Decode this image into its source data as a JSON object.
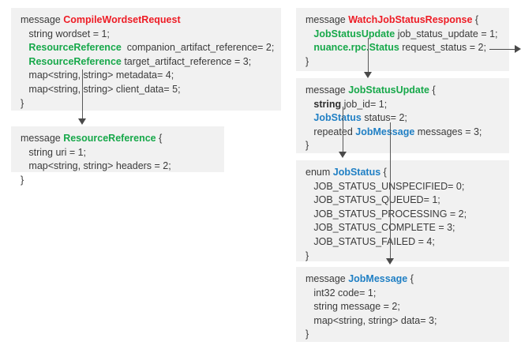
{
  "diagram": {
    "title": "Protobuf message definitions diagram",
    "colors": {
      "box_background": "#f1f1f1",
      "message_name_red": "#ee1c25",
      "type_green": "#17a84a",
      "type_blue": "#1f7fc4",
      "body_text": "#3a3a3a",
      "connector": "#4a4a4a"
    },
    "boxes": [
      {
        "id": "compile-wordset-request",
        "lines": [
          [
            {
              "t": "message ",
              "c": "plain"
            },
            {
              "t": "CompileWordsetRequest",
              "c": "red"
            }
          ],
          [
            {
              "t": "   string wordset = 1;",
              "c": "plain"
            }
          ],
          [
            {
              "t": "   ",
              "c": "plain"
            },
            {
              "t": "ResourceReference",
              "c": "green"
            },
            {
              "t": "  companion_artifact_reference= 2;",
              "c": "plain"
            }
          ],
          [
            {
              "t": "   ",
              "c": "plain"
            },
            {
              "t": "ResourceReference",
              "c": "green"
            },
            {
              "t": " target_artifact_reference = 3;",
              "c": "plain"
            }
          ],
          [
            {
              "t": "   map<string, string> metadata= 4;",
              "c": "plain"
            }
          ],
          [
            {
              "t": "   map<string, string> client_data= 5;",
              "c": "plain"
            }
          ],
          [
            {
              "t": "}",
              "c": "plain"
            }
          ]
        ]
      },
      {
        "id": "resource-reference",
        "lines": [
          [
            {
              "t": "message ",
              "c": "plain"
            },
            {
              "t": "ResourceReference",
              "c": "green"
            },
            {
              "t": " {",
              "c": "plain"
            }
          ],
          [
            {
              "t": "   string uri = 1;",
              "c": "plain"
            }
          ],
          [
            {
              "t": "   map<string, string> headers = 2;",
              "c": "plain"
            }
          ],
          [
            {
              "t": "}",
              "c": "plain"
            }
          ]
        ]
      },
      {
        "id": "watch-job-status-response",
        "lines": [
          [
            {
              "t": "message ",
              "c": "plain"
            },
            {
              "t": "WatchJobStatusResponse",
              "c": "red"
            },
            {
              "t": " {",
              "c": "plain"
            }
          ],
          [
            {
              "t": "   ",
              "c": "plain"
            },
            {
              "t": "JobStatusUpdate",
              "c": "green"
            },
            {
              "t": " job_status_update = 1;",
              "c": "plain"
            }
          ],
          [
            {
              "t": "   ",
              "c": "plain"
            },
            {
              "t": "nuance.rpc.Status",
              "c": "green"
            },
            {
              "t": " request_status = 2;",
              "c": "plain"
            }
          ],
          [
            {
              "t": "}",
              "c": "plain"
            }
          ]
        ]
      },
      {
        "id": "job-status-update",
        "lines": [
          [
            {
              "t": "message ",
              "c": "plain"
            },
            {
              "t": "JobStatusUpdate",
              "c": "green"
            },
            {
              "t": " {",
              "c": "plain"
            }
          ],
          [
            {
              "t": "   ",
              "c": "plain"
            },
            {
              "t": "string",
              "c": "dark"
            },
            {
              "t": " job_id= 1;",
              "c": "plain"
            }
          ],
          [
            {
              "t": "   ",
              "c": "plain"
            },
            {
              "t": "JobStatus",
              "c": "blue"
            },
            {
              "t": " status= 2;",
              "c": "plain"
            }
          ],
          [
            {
              "t": "   repeated ",
              "c": "plain"
            },
            {
              "t": "JobMessage",
              "c": "blue"
            },
            {
              "t": " messages = 3;",
              "c": "plain"
            }
          ],
          [
            {
              "t": "}",
              "c": "plain"
            }
          ]
        ]
      },
      {
        "id": "job-status-enum",
        "lines": [
          [
            {
              "t": "enum ",
              "c": "plain"
            },
            {
              "t": "JobStatus",
              "c": "blue"
            },
            {
              "t": " {",
              "c": "plain"
            }
          ],
          [
            {
              "t": "   JOB_STATUS_UNSPECIFIED= 0;",
              "c": "plain"
            }
          ],
          [
            {
              "t": "   JOB_STATUS_QUEUED= 1;",
              "c": "plain"
            }
          ],
          [
            {
              "t": "   JOB_STATUS_PROCESSING = 2;",
              "c": "plain"
            }
          ],
          [
            {
              "t": "   JOB_STATUS_COMPLETE = 3;",
              "c": "plain"
            }
          ],
          [
            {
              "t": "   JOB_STATUS_FAILED = 4;",
              "c": "plain"
            }
          ],
          [
            {
              "t": "}",
              "c": "plain"
            }
          ]
        ]
      },
      {
        "id": "job-message",
        "lines": [
          [
            {
              "t": "message ",
              "c": "plain"
            },
            {
              "t": "JobMessage",
              "c": "blue"
            },
            {
              "t": " {",
              "c": "plain"
            }
          ],
          [
            {
              "t": "   int32 code= 1;",
              "c": "plain"
            }
          ],
          [
            {
              "t": "   string message = 2;",
              "c": "plain"
            }
          ],
          [
            {
              "t": "   map<string, string> data= 3;",
              "c": "plain"
            }
          ],
          [
            {
              "t": "}",
              "c": "plain"
            }
          ]
        ]
      }
    ]
  }
}
